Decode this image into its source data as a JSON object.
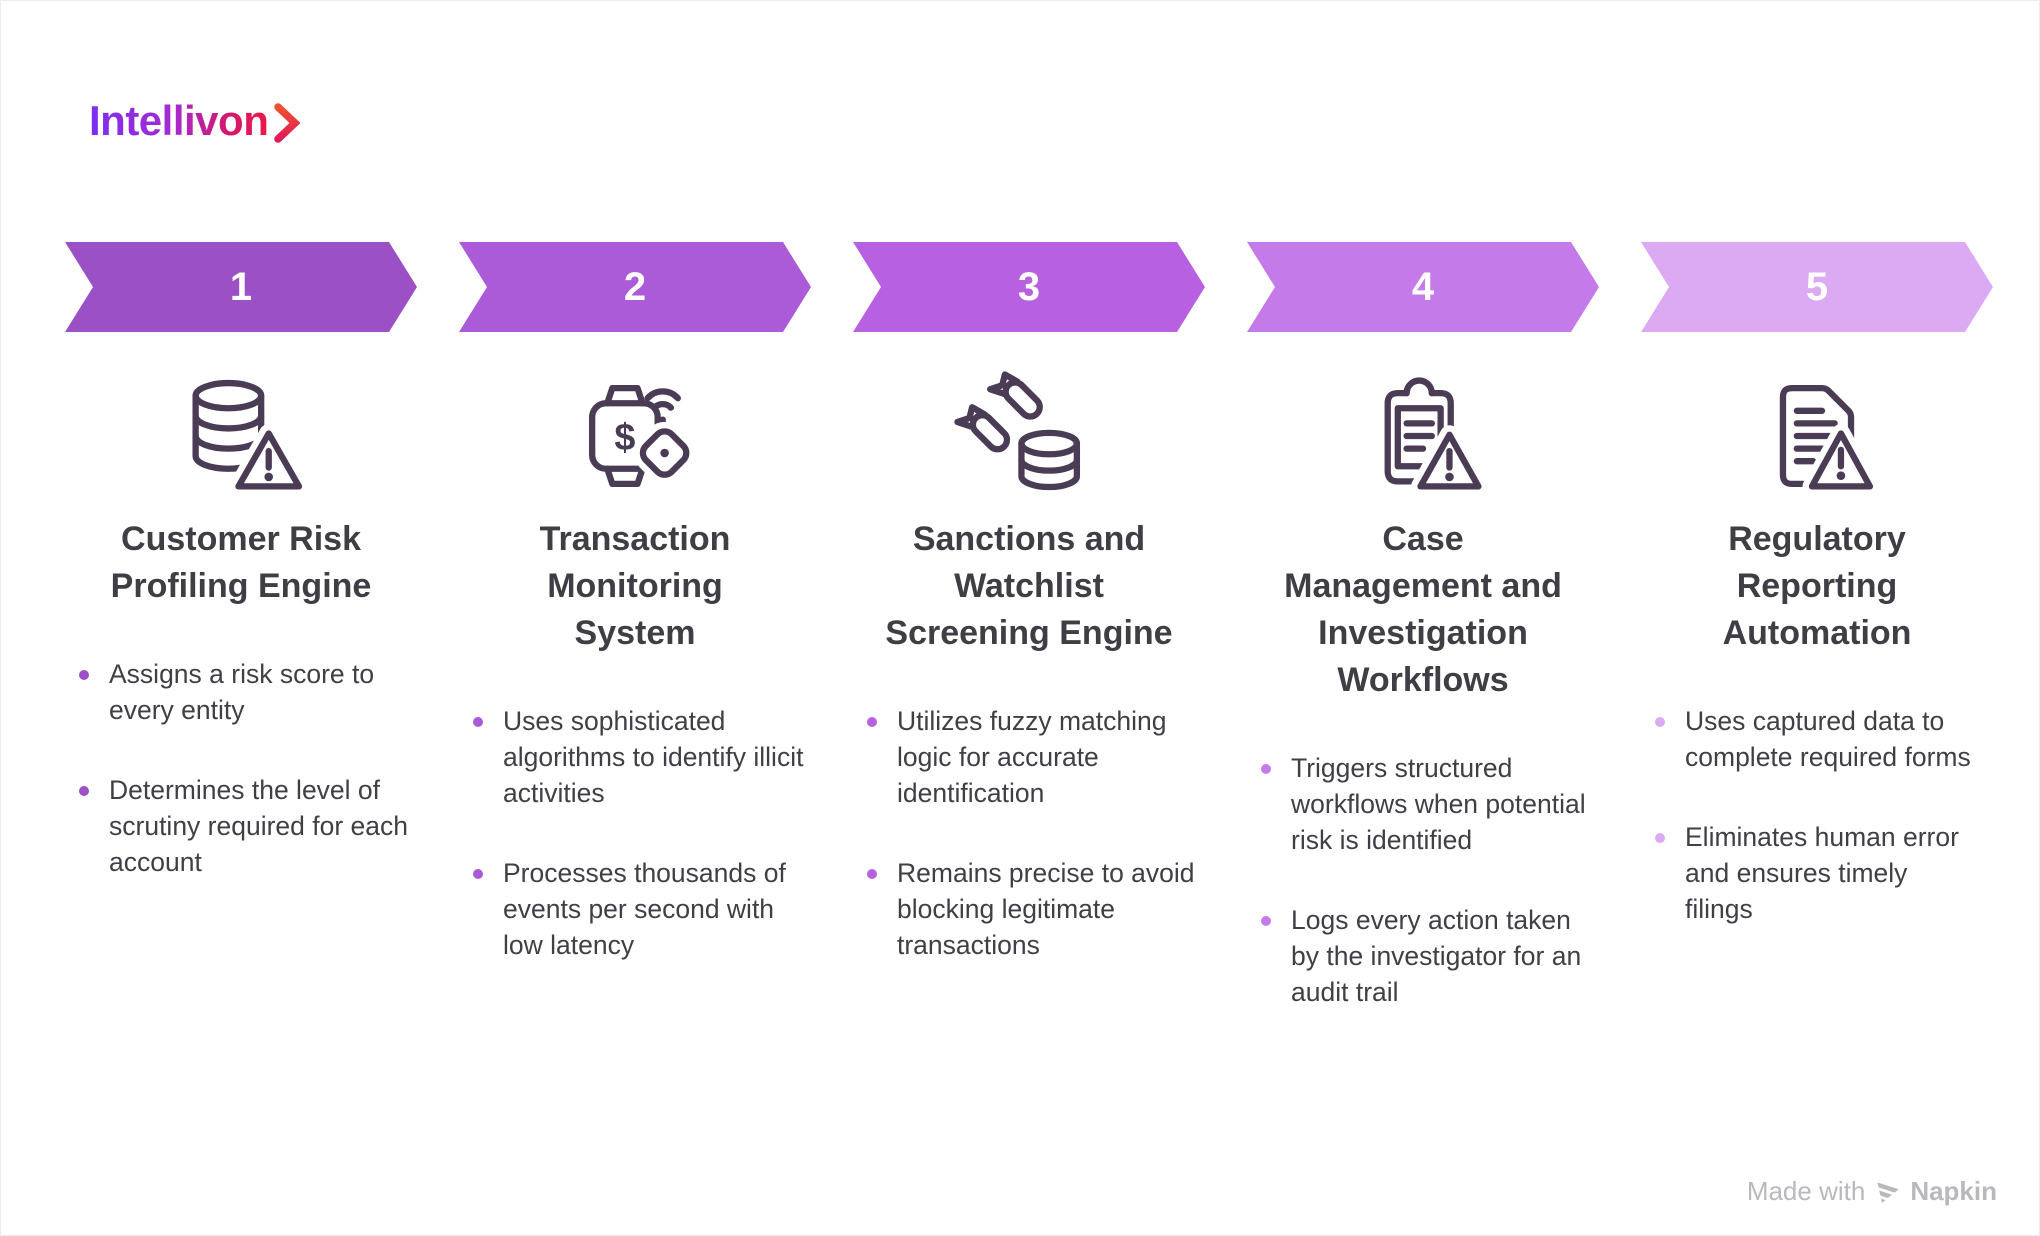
{
  "logo": {
    "text": "Intellivon"
  },
  "steps": [
    {
      "number": "1",
      "color": "#9b50c6",
      "icon": "database-alert",
      "title": "Customer Risk\nProfiling Engine",
      "bullets": [
        "Assigns a risk score to every entity",
        "Determines the level of scrutiny required for each account"
      ]
    },
    {
      "number": "2",
      "color": "#ab5bd7",
      "icon": "smartwatch-payment",
      "title": "Transaction\nMonitoring\nSystem",
      "bullets": [
        "Uses sophisticated algorithms to identify illicit activities",
        "Processes thousands of events per second with low latency"
      ]
    },
    {
      "number": "3",
      "color": "#b761e2",
      "icon": "bombs-database",
      "title": "Sanctions and\nWatchlist\nScreening Engine",
      "bullets": [
        "Utilizes fuzzy matching logic for accurate identification",
        "Remains precise to avoid blocking legitimate transactions"
      ]
    },
    {
      "number": "4",
      "color": "#c47ae9",
      "icon": "clipboard-alert",
      "title": "Case\nManagement and\nInvestigation\nWorkflows",
      "bullets": [
        "Triggers structured workflows when potential risk is identified",
        "Logs every action taken by the investigator for an audit trail"
      ]
    },
    {
      "number": "5",
      "color": "#dcaaf2",
      "icon": "document-alert",
      "title": "Regulatory\nReporting\nAutomation",
      "bullets": [
        "Uses captured data to complete required forms",
        "Eliminates human error and ensures timely filings"
      ]
    }
  ],
  "watermark": {
    "prefix": "Made with",
    "brand": "Napkin"
  },
  "colors": {
    "icon_stroke": "#4b3c55",
    "title_text": "#3e3e44",
    "body_text": "#3f3f46",
    "number_text": "#ffffff",
    "watermark": "#b9b9bd"
  }
}
